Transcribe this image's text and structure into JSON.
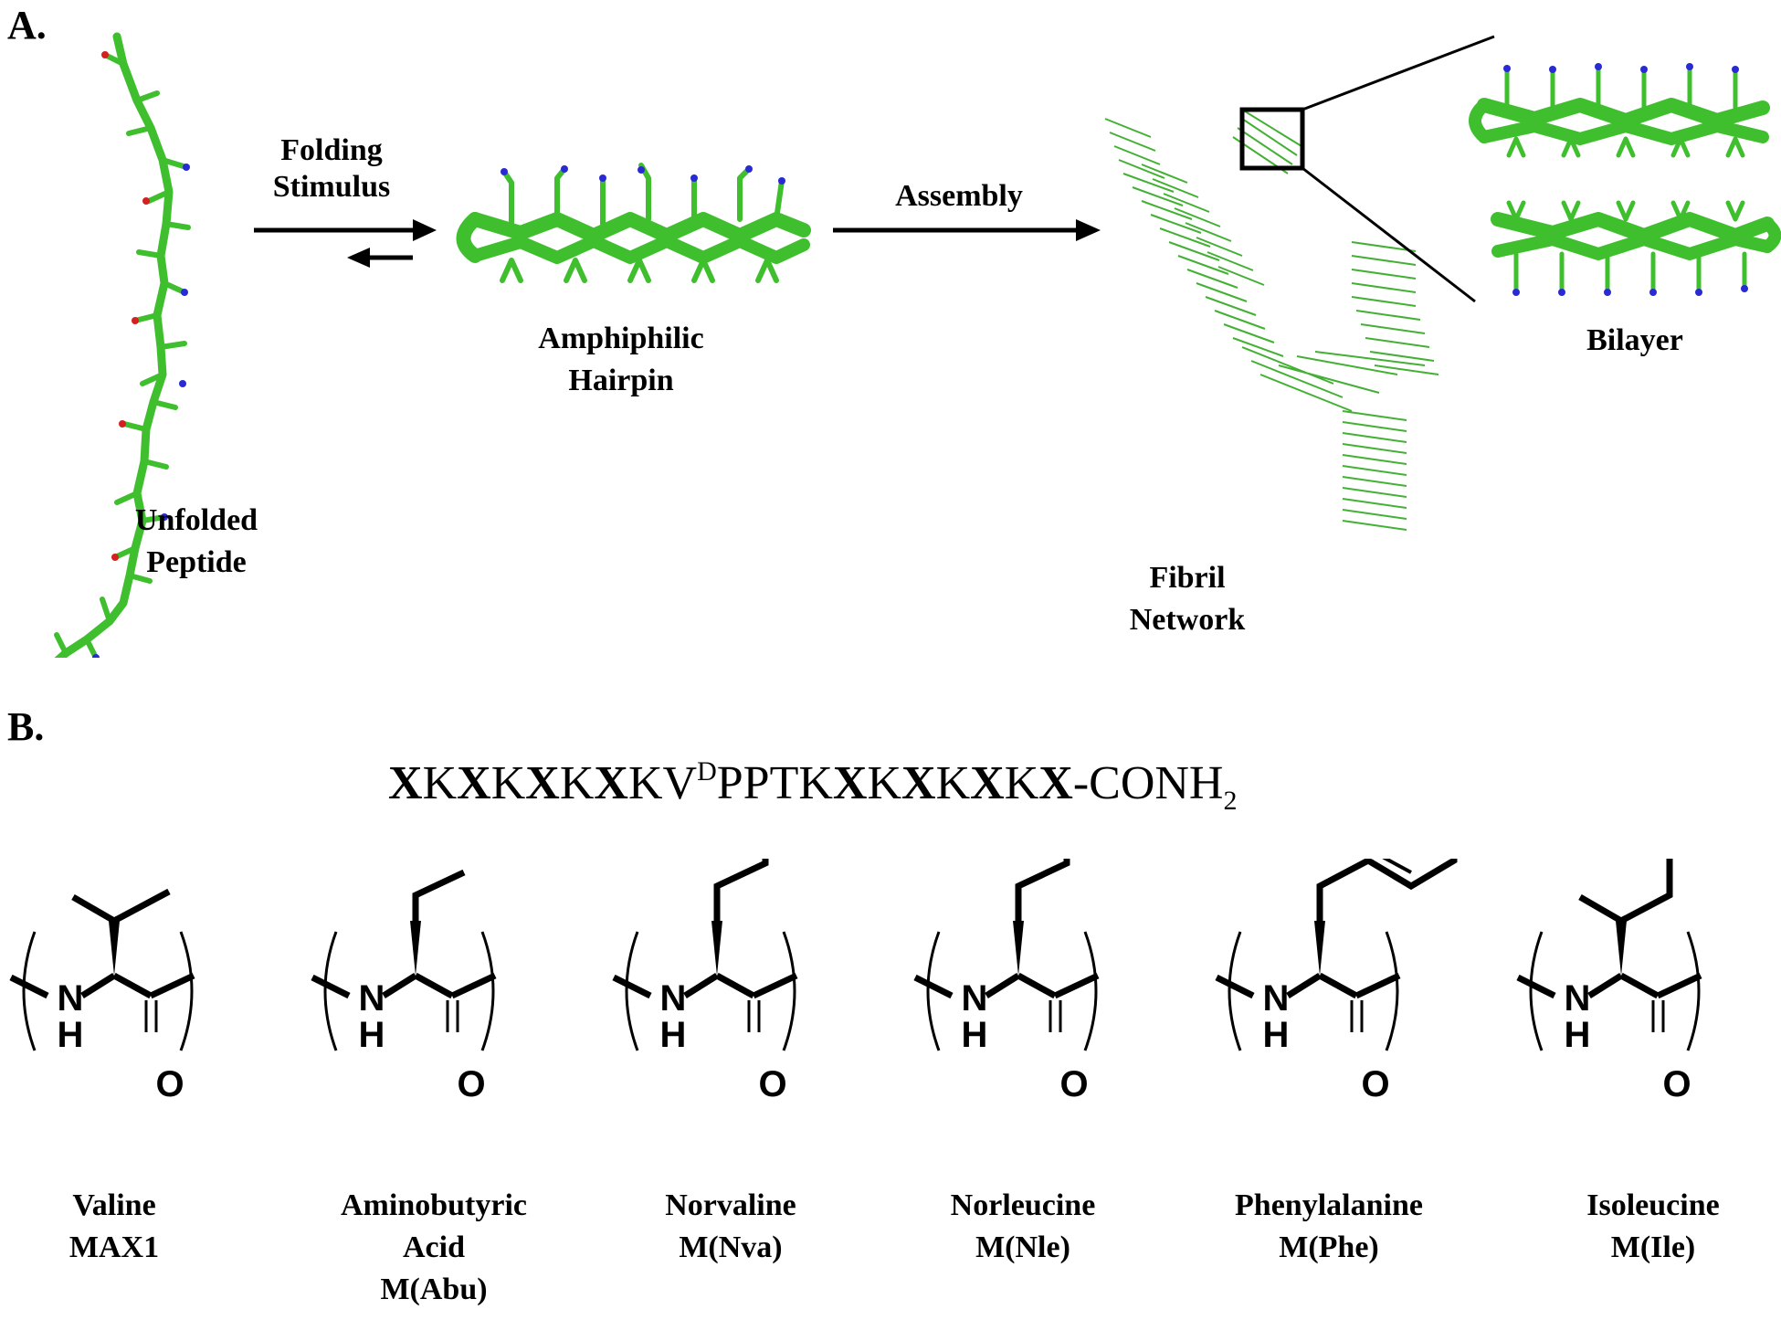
{
  "panels": {
    "a": "A.",
    "b": "B."
  },
  "panel_a": {
    "unfolded": "Unfolded\nPeptide",
    "folding_stimulus": "Folding\nStimulus",
    "hairpin": "Amphiphilic\nHairpin",
    "assembly": "Assembly",
    "fibril": "Fibril\nNetwork",
    "bilayer": "Bilayer"
  },
  "panel_b": {
    "sequence": {
      "x": "X",
      "k": "K",
      "v": "V",
      "d": "D",
      "turn": "PPTK",
      "tail": "-CONH",
      "sub": "2"
    },
    "atoms": {
      "n": "N",
      "h": "H",
      "o": "O"
    },
    "residues": [
      {
        "name": "Valine",
        "variant": "MAX1"
      },
      {
        "name": "Aminobutyric\nAcid",
        "variant": "M(Abu)"
      },
      {
        "name": "Norvaline",
        "variant": "M(Nva)"
      },
      {
        "name": "Norleucine",
        "variant": "M(Nle)"
      },
      {
        "name": "Phenylalanine",
        "variant": "M(Phe)"
      },
      {
        "name": "Isoleucine",
        "variant": "M(Ile)"
      }
    ]
  },
  "colors": {
    "peptide_green": "#3fbf2e",
    "fibril_green": "#2fa81f",
    "oxygen": "#d42020",
    "nitrogen": "#2a2ad4"
  }
}
